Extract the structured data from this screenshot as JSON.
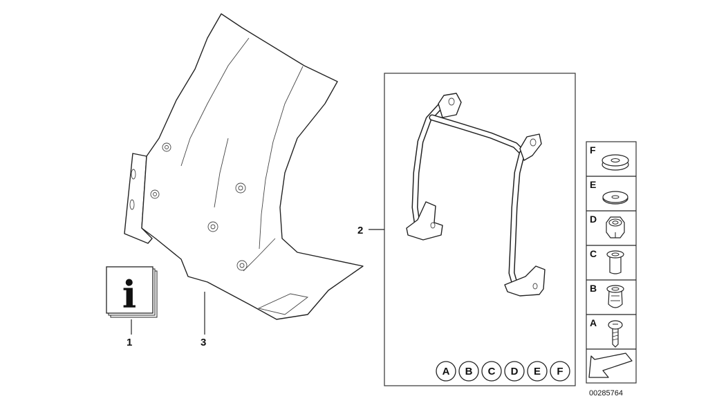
{
  "callouts": {
    "info": "1",
    "bracket": "2",
    "windshield": "3"
  },
  "hardware": {
    "F": "F",
    "E": "E",
    "D": "D",
    "C": "C",
    "B": "B",
    "A": "A"
  },
  "kit_circles": [
    "A",
    "B",
    "C",
    "D",
    "E",
    "F"
  ],
  "info_glyph": "i",
  "reference_number": "00285764"
}
